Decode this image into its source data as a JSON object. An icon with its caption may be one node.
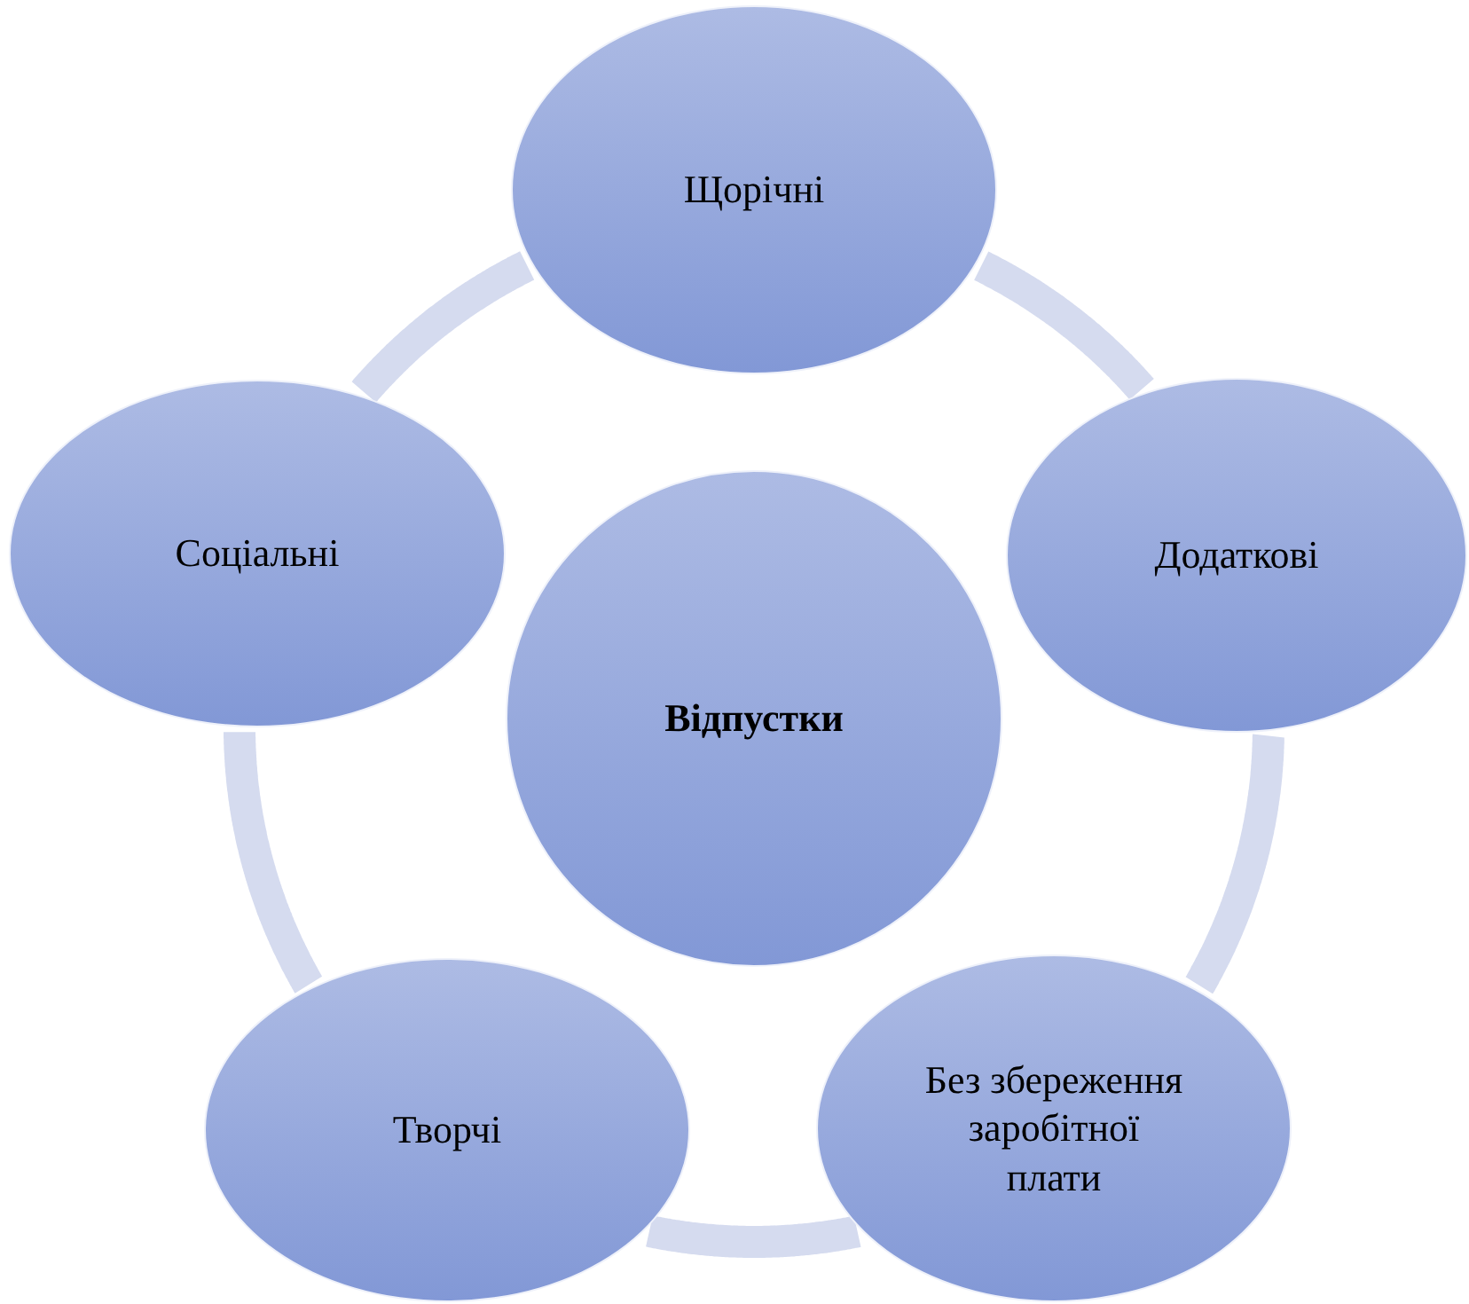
{
  "diagram": {
    "nodes": [
      {
        "text": [
          "Відпустки"
        ]
      },
      {
        "text": [
          "Щорічні"
        ]
      },
      {
        "text": [
          "Додаткові"
        ]
      },
      {
        "text": [
          "Без збереження заробітної плати"
        ]
      },
      {
        "text": [
          "Творчі"
        ]
      },
      {
        "text": [
          "Соціальні"
        ]
      }
    ],
    "edges": [
      {
        "from": 1,
        "to": 2,
        "arrow": "none"
      },
      {
        "from": 2,
        "to": 3,
        "arrow": "none"
      },
      {
        "from": 3,
        "to": 4,
        "arrow": "none"
      },
      {
        "from": 4,
        "to": 5,
        "arrow": "none"
      },
      {
        "from": 5,
        "to": 1,
        "arrow": "none"
      }
    ]
  }
}
